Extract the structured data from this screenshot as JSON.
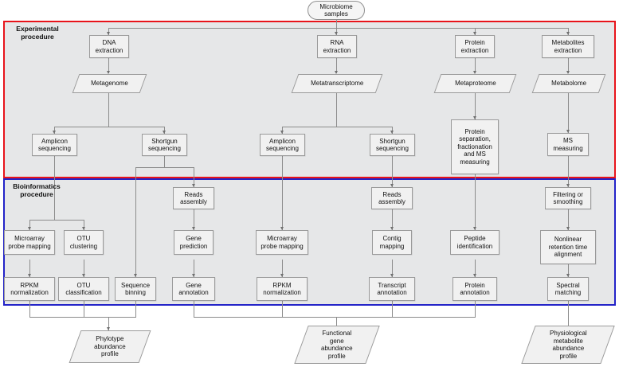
{
  "diagram": {
    "title_node": {
      "label": "Microbiome\nsamples"
    },
    "sections": [
      {
        "id": "experimental",
        "label": "Experimental\nprocedure",
        "color": "#e8131a"
      },
      {
        "id": "bioinformatics",
        "label": "Bioinformatics\nprocedure",
        "color": "#2323c8"
      }
    ],
    "nodes": {
      "dna_extraction": "DNA\nextraction",
      "rna_extraction": "RNA\nextraction",
      "protein_extraction": "Protein\nextraction",
      "metabolites_extraction": "Metabolites\nextraction",
      "metagenome": "Metagenome",
      "metatranscriptome": "Metatranscriptome",
      "metaproteome": "Metaproteome",
      "metabolome": "Metabolome",
      "dna_amplicon_seq": "Amplicon\nsequencing",
      "dna_shotgun_seq": "Shortgun\nsequencing",
      "rna_amplicon_seq": "Amplicon\nsequencing",
      "rna_shotgun_seq": "Shortgun\nsequencing",
      "protein_separation": "Protein\nseparation,\nfractionation\nand  MS\nmeasuring",
      "ms_measuring": "MS\nmeasuring",
      "dna_reads_assembly": "Reads\nassembly",
      "rna_reads_assembly": "Reads\nassembly",
      "filtering_smoothing": "Filtering or\nsmoothing",
      "dna_microarray": "Microarray\nprobe mapping",
      "otu_clustering": "OTU\nclustering",
      "gene_prediction": "Gene\nprediction",
      "rna_microarray": "Microarray\nprobe mapping",
      "contig_mapping": "Contig\nmapping",
      "peptide_identification": "Peptide\nidentification",
      "nonlinear_alignment": "Nonlinear\nretention time\nalignment",
      "dna_rpkm": "RPKM\nnormalization",
      "otu_classification": "OTU\nclassification",
      "sequence_binning": "Sequence\nbinning",
      "gene_annotation": "Gene\nannotation",
      "rna_rpkm": "RPKM\nnormalization",
      "transcript_annotation": "Transcript\nannotation",
      "protein_annotation": "Protein\nannotation",
      "spectral_matching": "Spectral\nmatching",
      "phylotype_profile": "Phylotype\nabundance\nprofile",
      "functional_profile": "Functional\ngene\nabundance\nprofile",
      "physiological_profile": "Physiological\nmetabolite\nabundance\nprofile"
    },
    "colors": {
      "section_experimental": "#e8131a",
      "section_bioinformatics": "#2323c8",
      "panel_background": "#e6e7e8",
      "node_fill": "#f1f1f1",
      "node_border": "#9a9a9a",
      "connector": "#8c8c8c",
      "page_background": "#ffffff"
    }
  }
}
